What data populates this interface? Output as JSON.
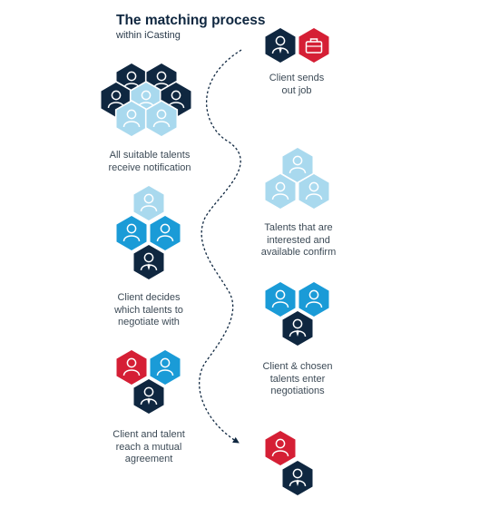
{
  "header": {
    "title": "The matching process",
    "subtitle": "within iCasting"
  },
  "colors": {
    "navy": "#0f2740",
    "red": "#d51f35",
    "blue": "#1a9bd7",
    "light_blue": "#a9d9ee",
    "path_line": "#0f2740"
  },
  "steps": [
    {
      "caption": "Client sends\nout job",
      "icons": [
        "client-icon",
        "briefcase-icon"
      ]
    },
    {
      "caption": "All suitable talents\nreceive notification",
      "icons": [
        "talent-icon"
      ]
    },
    {
      "caption": "Talents that are\ninterested and\navailable confirm",
      "icons": [
        "talent-icon"
      ]
    },
    {
      "caption": "Client decides\nwhich talents to\nnegotiate with",
      "icons": [
        "talent-icon",
        "client-icon"
      ]
    },
    {
      "caption": "Client & chosen\ntalents enter\nnegotiations",
      "icons": [
        "talent-icon",
        "client-icon"
      ]
    },
    {
      "caption": "Client and talent\nreach a mutual\nagreement",
      "icons": [
        "talent-icon",
        "client-icon"
      ]
    },
    {
      "caption": "",
      "icons": [
        "talent-icon",
        "client-icon"
      ]
    }
  ]
}
